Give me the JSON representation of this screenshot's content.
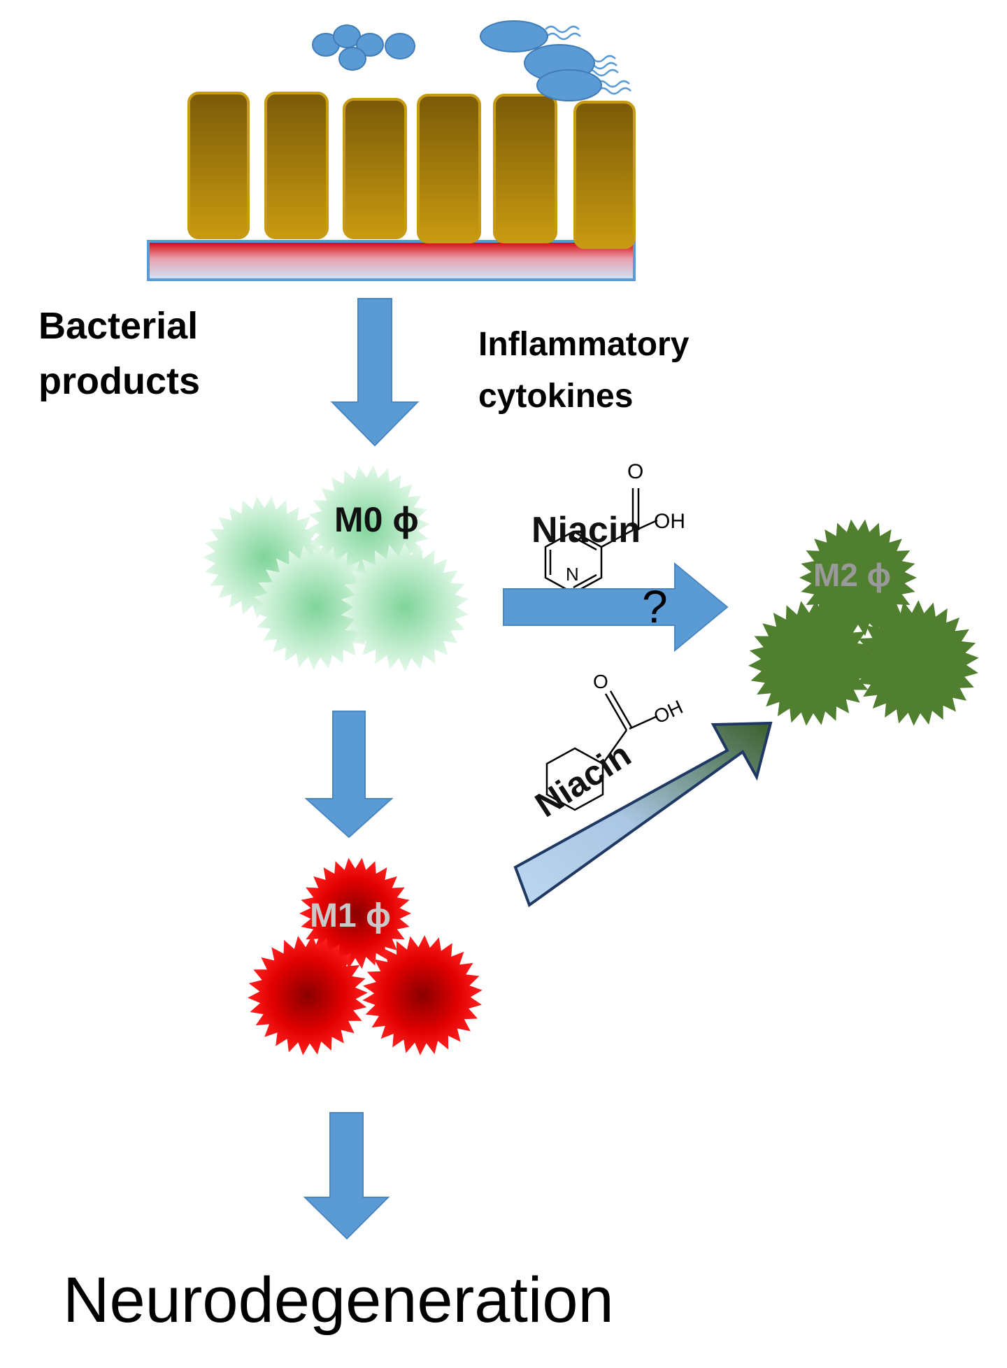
{
  "labels": {
    "bacterial_products": [
      "Bacterial",
      "products"
    ],
    "inflammatory_cytokines": [
      "Inflammatory",
      "cytokines"
    ],
    "m0": "M0 ϕ",
    "m1": "M1 ϕ",
    "m2": "M2 ϕ",
    "niacin": "Niacin",
    "question": "?",
    "neurodegeneration": "Neurodegeneration"
  },
  "molecule": {
    "carbonyl_o": "O",
    "hydroxyl": "OH",
    "ring_n": "N"
  },
  "colors": {
    "arrow_blue": "#5b9bd5",
    "epithelium_top": "#7a5a08",
    "epithelium_bottom": "#c99a10",
    "m0_green": "#a8e6b8",
    "m1_red": "#e00000",
    "m2_green": "#4f7f2f",
    "bacteria_blue": "#5b9bd5"
  }
}
